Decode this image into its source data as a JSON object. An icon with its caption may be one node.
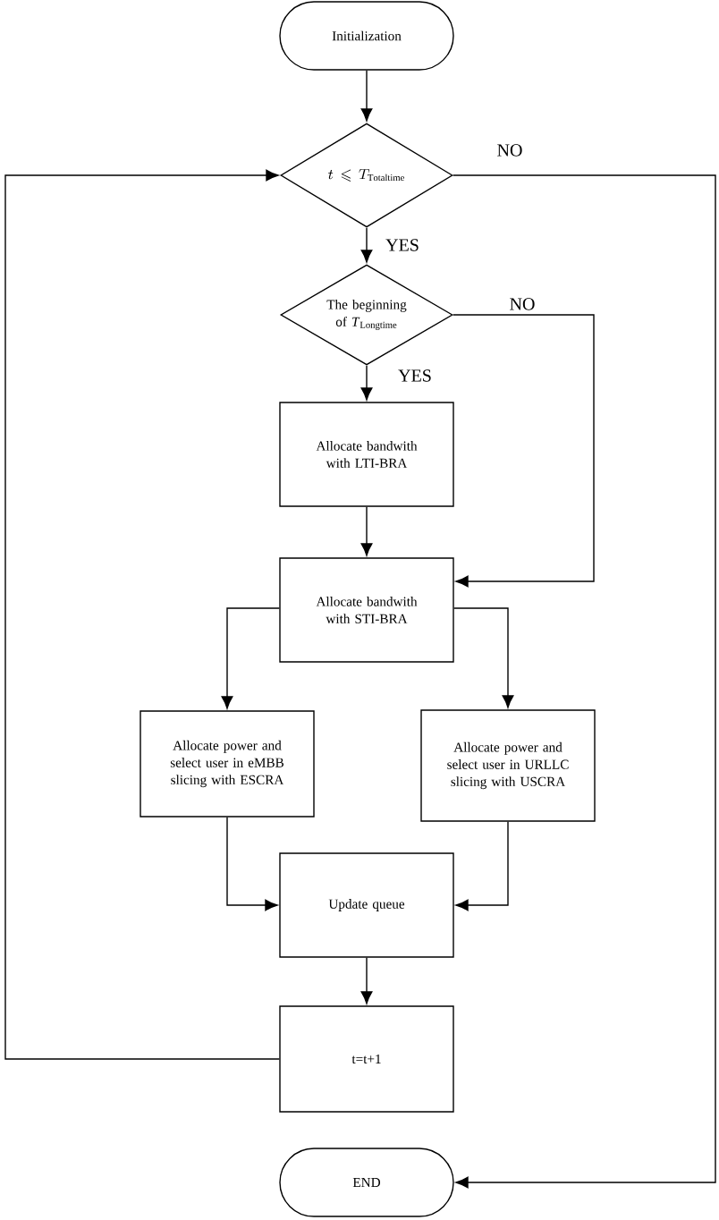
{
  "diagram": {
    "nodes": [
      {
        "text": [
          "Initialization"
        ]
      },
      {
        "text": [
          "t\\leqslant T_{\\mathrm{Totaltime}}"
        ]
      },
      {
        "text": [
          "The beginning of *T*$_{Longtime}$"
        ]
      },
      {
        "text": [
          "Allocate bandwith with LTI-BRA"
        ]
      },
      {
        "text": [
          "Allocate bandwith with STI-BRA"
        ]
      },
      {
        "text": [
          "Allocate power and select user in eMBB slicing with ESCRA"
        ]
      },
      {
        "text": [
          "Allocate power and select user in URLLC slicing with USCRA"
        ]
      },
      {
        "text": [
          "Update queue"
        ]
      },
      {
        "text": [
          "t=t+1"
        ]
      },
      {
        "text": [
          "END"
        ]
      }
    ],
    "edges": [
      {
        "from": 0,
        "to": 1,
        "arrow": "to"
      },
      {
        "from": 1,
        "to": 2,
        "arrow": "to",
        "label": "YES"
      },
      {
        "from": 1,
        "to": 9,
        "arrow": "to",
        "label": "NO"
      },
      {
        "from": 2,
        "to": 3,
        "arrow": "to",
        "label": "YES"
      },
      {
        "from": 2,
        "to": 4,
        "arrow": "to",
        "label": "NO"
      },
      {
        "from": 3,
        "to": 4,
        "arrow": "to"
      },
      {
        "from": 4,
        "to": 5,
        "arrow": "to"
      },
      {
        "from": 4,
        "to": 6,
        "arrow": "to"
      },
      {
        "from": 5,
        "to": 7,
        "arrow": "to"
      },
      {
        "from": 6,
        "to": 7,
        "arrow": "to"
      },
      {
        "from": 7,
        "to": 8,
        "arrow": "to"
      },
      {
        "from": 8,
        "to": 1,
        "arrow": "to"
      }
    ]
  }
}
